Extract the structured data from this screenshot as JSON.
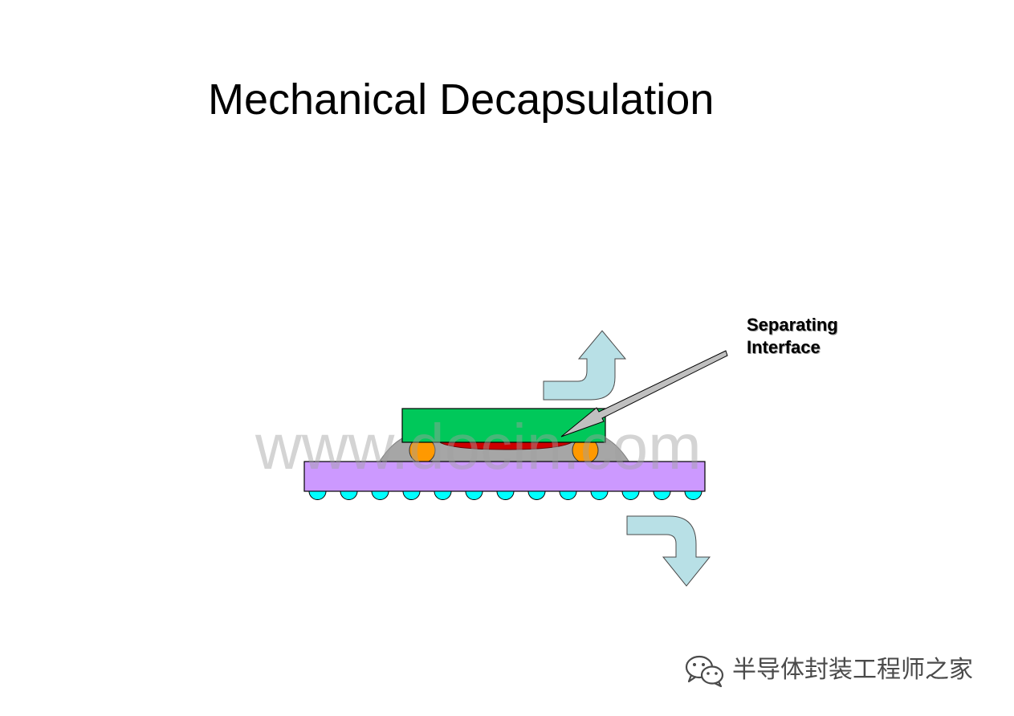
{
  "slide": {
    "title": "Mechanical Decapsulation"
  },
  "callout": {
    "line1": "Separating",
    "line2": "Interface"
  },
  "watermark": {
    "text": "www.docin.com"
  },
  "footer": {
    "brand_icon": "wechat-icon",
    "text": "半导体封装工程师之家"
  },
  "colors": {
    "die": "#00c85a",
    "substrate": "#cc99ff",
    "solder_balls": "#00ffff",
    "bumps": "#ff9900",
    "interface_layer": "#cc0000",
    "underfill": "#a6a6a6",
    "arrows": "#b8e0e6"
  }
}
